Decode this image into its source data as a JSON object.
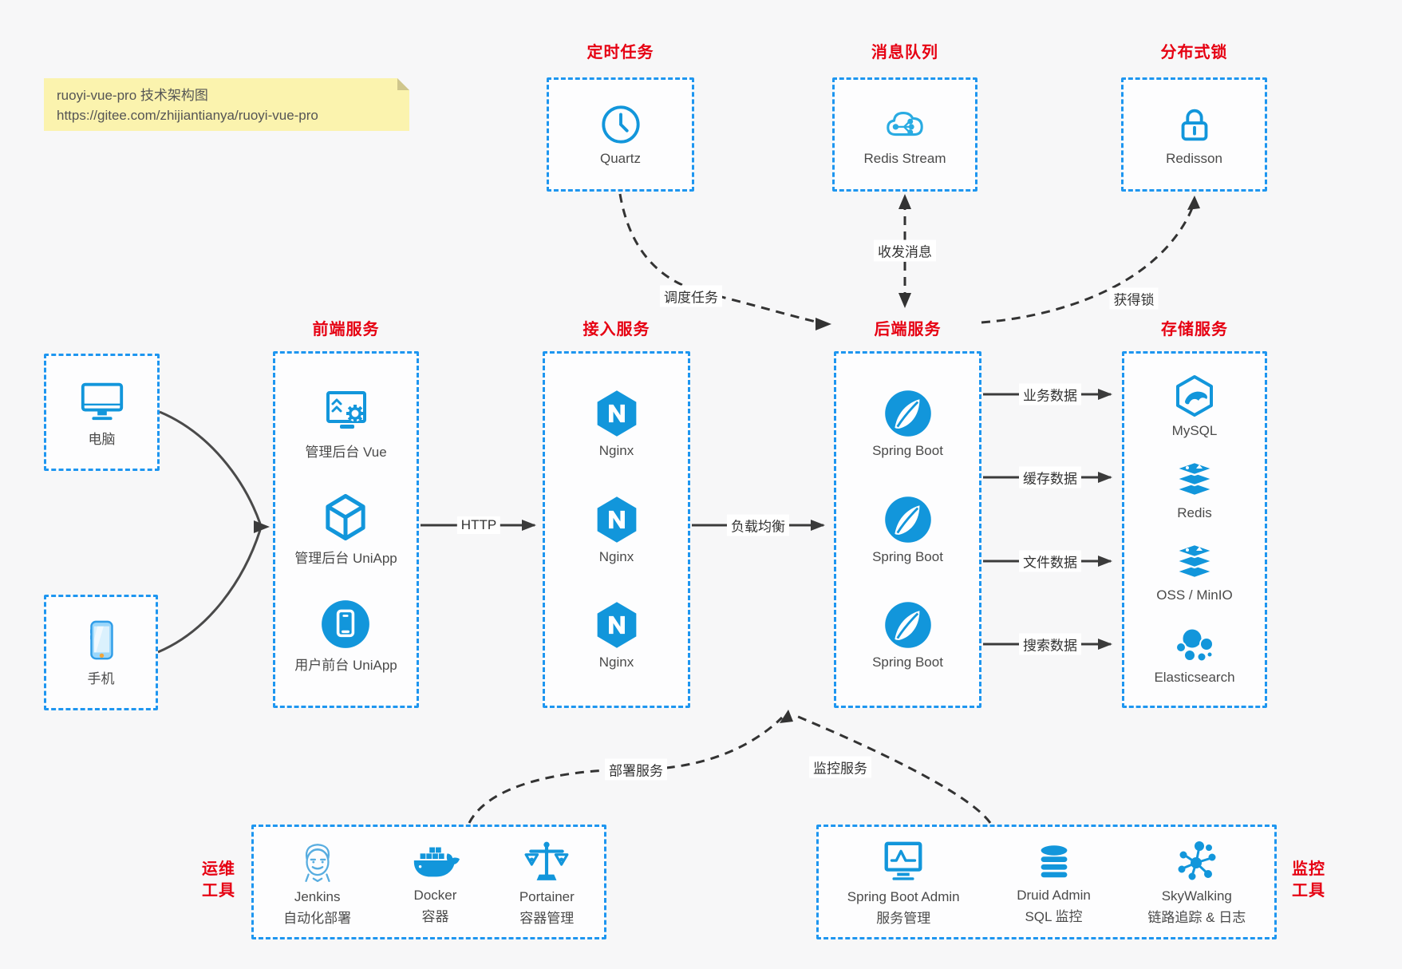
{
  "note": {
    "line1": "ruoyi-vue-pro 技术架构图",
    "line2": "https://gitee.com/zhijiantianya/ruoyi-vue-pro"
  },
  "colors": {
    "accent_blue": "#1e96f0",
    "icon_blue": "#1296db",
    "title_red": "#e60012",
    "arrow_dark": "#3b3b3b",
    "note_yellow": "#fbf3ae"
  },
  "top_groups": [
    {
      "title": "定时任务",
      "item": {
        "icon": "clock-icon",
        "label": "Quartz"
      }
    },
    {
      "title": "消息队列",
      "item": {
        "icon": "cloud-stream-icon",
        "label": "Redis Stream"
      }
    },
    {
      "title": "分布式锁",
      "item": {
        "icon": "lock-icon",
        "label": "Redisson"
      }
    }
  ],
  "clients": [
    {
      "icon": "desktop-icon",
      "label": "电脑"
    },
    {
      "icon": "mobile-icon",
      "label": "手机"
    }
  ],
  "columns": [
    {
      "title": "前端服务",
      "items": [
        {
          "icon": "admin-vue-icon",
          "label": "管理后台 Vue"
        },
        {
          "icon": "uniapp-cube-icon",
          "label": "管理后台 UniApp"
        },
        {
          "icon": "user-app-icon",
          "label": "用户前台 UniApp"
        }
      ]
    },
    {
      "title": "接入服务",
      "items": [
        {
          "icon": "nginx-icon",
          "label": "Nginx"
        },
        {
          "icon": "nginx-icon",
          "label": "Nginx"
        },
        {
          "icon": "nginx-icon",
          "label": "Nginx"
        }
      ]
    },
    {
      "title": "后端服务",
      "items": [
        {
          "icon": "spring-icon",
          "label": "Spring Boot"
        },
        {
          "icon": "spring-icon",
          "label": "Spring Boot"
        },
        {
          "icon": "spring-icon",
          "label": "Spring Boot"
        }
      ]
    },
    {
      "title": "存储服务",
      "items": [
        {
          "icon": "mysql-icon",
          "label": "MySQL"
        },
        {
          "icon": "redis-stack-icon",
          "label": "Redis"
        },
        {
          "icon": "redis-stack-icon",
          "label": "OSS / MinIO"
        },
        {
          "icon": "elasticsearch-icon",
          "label": "Elasticsearch"
        }
      ]
    }
  ],
  "edges": {
    "http": "HTTP",
    "load_balance": "负载均衡",
    "schedule": "调度任务",
    "messages": "收发消息",
    "get_lock": "获得锁",
    "business_data": "业务数据",
    "cache_data": "缓存数据",
    "file_data": "文件数据",
    "search_data": "搜索数据",
    "deploy": "部署服务",
    "monitor": "监控服务"
  },
  "bottom_groups": [
    {
      "side_label": [
        "运维",
        "工具"
      ],
      "items": [
        {
          "icon": "jenkins-icon",
          "label": "Jenkins",
          "sublabel": "自动化部署"
        },
        {
          "icon": "docker-icon",
          "label": "Docker",
          "sublabel": "容器"
        },
        {
          "icon": "portainer-icon",
          "label": "Portainer",
          "sublabel": "容器管理"
        }
      ]
    },
    {
      "side_label": [
        "监控",
        "工具"
      ],
      "items": [
        {
          "icon": "sba-icon",
          "label": "Spring Boot Admin",
          "sublabel": "服务管理"
        },
        {
          "icon": "druid-icon",
          "label": "Druid Admin",
          "sublabel": "SQL 监控"
        },
        {
          "icon": "skywalking-icon",
          "label": "SkyWalking",
          "sublabel": "链路追踪 & 日志"
        }
      ]
    }
  ]
}
